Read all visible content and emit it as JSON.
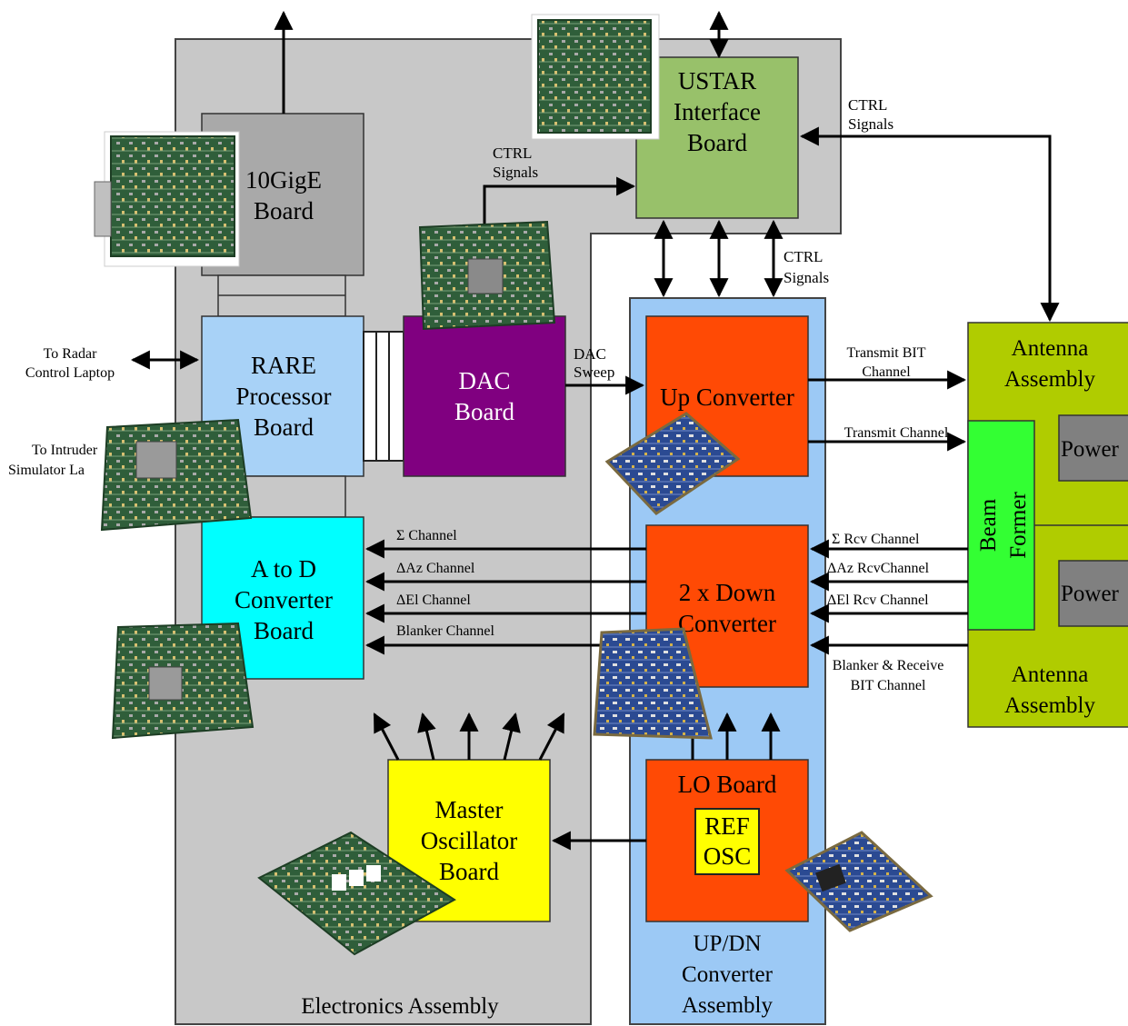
{
  "colors": {
    "electronics_bg": "#c8c8c8",
    "converter_bg": "#9cc9f5",
    "usta_board": "#98c16a",
    "gige_board": "#a9a9a9",
    "rare_board": "#a8d2f7",
    "dac_board": "#800080",
    "atod_board": "#00ffff",
    "master_osc": "#ffff00",
    "rf_boards": "#ff4a05",
    "antenna": "#b0cc00",
    "beam_former": "#33ff33",
    "power": "#808080"
  },
  "blocks": {
    "ustar": [
      "USTAR",
      "Interface",
      "Board"
    ],
    "gige": [
      "10GigE",
      "Board"
    ],
    "rare": [
      "RARE",
      "Processor",
      "Board"
    ],
    "dac": [
      "DAC",
      "Board"
    ],
    "atod": [
      "A to D",
      "Converter",
      "Board"
    ],
    "master_osc": [
      "Master",
      "Oscillator",
      "Board"
    ],
    "up_converter": "Up Converter",
    "down_converter": [
      "2 x Down",
      "Converter"
    ],
    "lo_board": "LO Board",
    "ref_osc": [
      "REF",
      "OSC"
    ],
    "antenna_top": [
      "Antenna",
      "Assembly"
    ],
    "antenna_bottom": [
      "Antenna",
      "Assembly"
    ],
    "beam_former": [
      "Beam",
      "Former"
    ],
    "power_1": "Power",
    "power_2": "Power"
  },
  "groups": {
    "electronics": "Electronics Assembly",
    "converter": [
      "UP/DN",
      "Converter",
      "Assembly"
    ]
  },
  "signals": {
    "ctrl_top_right": [
      "CTRL",
      "Signals"
    ],
    "ctrl_mid": [
      "CTRL",
      "Signals"
    ],
    "ctrl_bottom": [
      "CTRL",
      "Signals"
    ],
    "dac_sweep": [
      "DAC",
      "Sweep"
    ],
    "to_radar": [
      "To Radar",
      "Control Laptop"
    ],
    "to_intruder": [
      "To Intruder",
      "Simulator La"
    ],
    "transmit_bit": [
      "Transmit BIT",
      "Channel"
    ],
    "transmit_channel": "Transmit Channel",
    "sigma_channel": "Σ Channel",
    "daz_channel": "ΔAz Channel",
    "del_channel": "ΔEl Channel",
    "blanker_channel": "Blanker Channel",
    "sigma_rcv": "Σ  Rcv Channel",
    "daz_rcv": "ΔAz RcvChannel",
    "del_rcv": "ΔEl Rcv Channel",
    "blanker_receive": [
      "Blanker & Receive",
      "BIT Channel"
    ]
  }
}
